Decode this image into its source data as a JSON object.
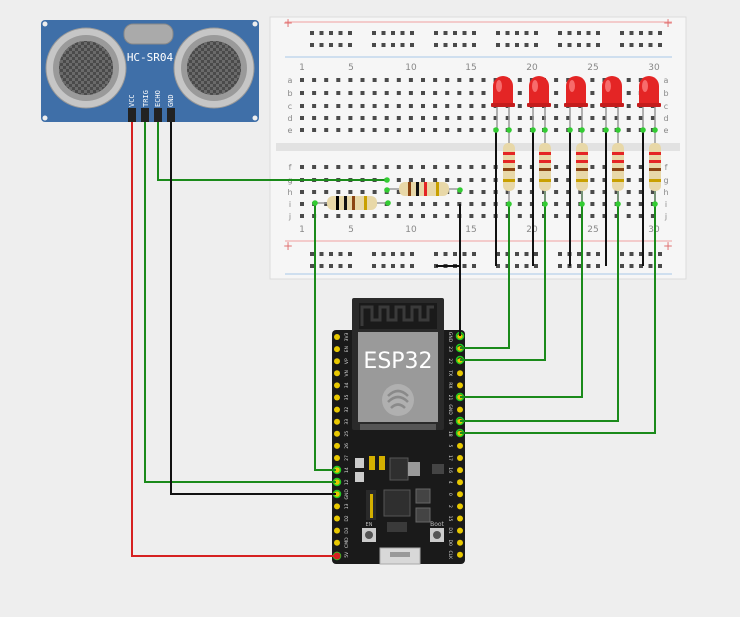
{
  "sensor": {
    "label": "HC-SR04",
    "pins": [
      "VCC",
      "TRIG",
      "ECHO",
      "GND"
    ]
  },
  "board": {
    "label": "ESP32",
    "boot_label": "Boot",
    "en_label": "EN",
    "left_pins": [
      "3V3",
      "EN",
      "VP",
      "VN",
      "34",
      "35",
      "32",
      "33",
      "25",
      "26",
      "27",
      "14",
      "12",
      "GND",
      "13",
      "D2",
      "D3",
      "CMD",
      "5V"
    ],
    "right_pins": [
      "GND",
      "23",
      "22",
      "TX",
      "RX",
      "21",
      "GND",
      "19",
      "18",
      "5",
      "17",
      "16",
      "4",
      "0",
      "2",
      "15",
      "D1",
      "D0",
      "CLK"
    ]
  },
  "breadboard": {
    "col_numbers": [
      "1",
      "5",
      "10",
      "15",
      "20",
      "25",
      "30"
    ],
    "rows_top": [
      "a",
      "b",
      "c",
      "d",
      "e"
    ],
    "rows_bottom": [
      "f",
      "g",
      "h",
      "i",
      "j"
    ],
    "rail_symbols": [
      "+",
      "-"
    ]
  },
  "colors": {
    "vcc_wire": "#d62020",
    "gnd_wire": "#111111",
    "signal_wire": "#1a8a1a",
    "led": "#e42525",
    "pcb": "#1a1a1a",
    "sensor_pcb": "#3f6fa8"
  },
  "led_count": 5
}
